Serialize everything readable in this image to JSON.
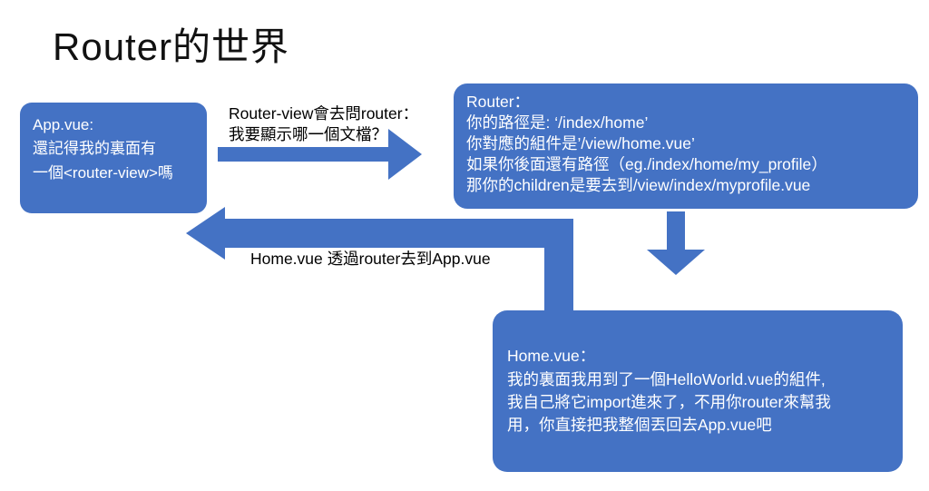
{
  "slide": {
    "title": "Router的世界",
    "accent_color": "#4472C4",
    "background": "#ffffff",
    "text_on_accent": "#ffffff"
  },
  "boxes": {
    "app_vue": {
      "lines": [
        "App.vue:",
        "還記得我的裏面有",
        "一個<router-view>嗎"
      ]
    },
    "router": {
      "lines": [
        "Router：",
        "你的路徑是: ‘/index/home’",
        "你對應的組件是’/view/home.vue’",
        "如果你後面還有路徑（eg./index/home/my_profile）",
        "那你的children是要去到/view/index/myprofile.vue"
      ]
    },
    "home_vue": {
      "lines": [
        "Home.vue：",
        "我的裏面我用到了一個HelloWorld.vue的組件,",
        "我自己將它import進來了，不用你router來幫我",
        "用，你直接把我整個丟回去App.vue吧"
      ]
    }
  },
  "labels": {
    "ask_router": [
      "Router-view會去問router：",
      "我要顯示哪一個文檔？"
    ],
    "return_path": "Home.vue 透過router去到App.vue"
  }
}
